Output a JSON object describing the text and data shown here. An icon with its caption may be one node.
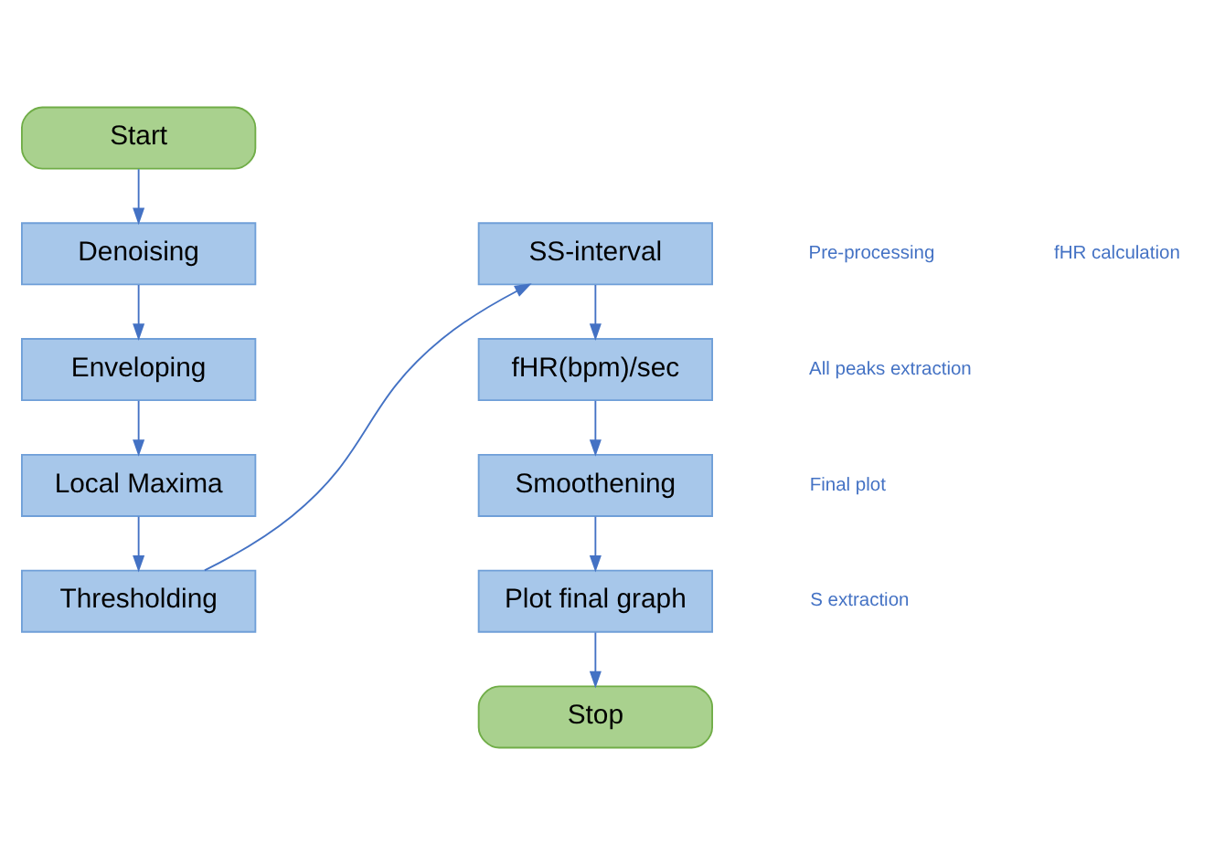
{
  "diagram": {
    "nodes": [
      {
        "text": [
          "Start"
        ]
      },
      {
        "text": [
          "Denoising"
        ]
      },
      {
        "text": [
          "Enveloping"
        ]
      },
      {
        "text": [
          "Local Maxima"
        ]
      },
      {
        "text": [
          "Thresholding"
        ]
      },
      {
        "text": [
          "SS-interval"
        ]
      },
      {
        "text": [
          "fHR(bpm)/sec"
        ]
      },
      {
        "text": [
          "Smoothening"
        ]
      },
      {
        "text": [
          "Plot final graph"
        ]
      },
      {
        "text": [
          "Stop"
        ]
      }
    ],
    "edges": [
      {
        "from": 0,
        "to": 1,
        "arrow": "to"
      },
      {
        "from": 1,
        "to": 2,
        "arrow": "to"
      },
      {
        "from": 2,
        "to": 3,
        "arrow": "to"
      },
      {
        "from": 3,
        "to": 4,
        "arrow": "to"
      },
      {
        "from": 4,
        "to": 5,
        "arrow": "to"
      },
      {
        "from": 5,
        "to": 6,
        "arrow": "to"
      },
      {
        "from": 6,
        "to": 7,
        "arrow": "to"
      },
      {
        "from": 7,
        "to": 8,
        "arrow": "to"
      },
      {
        "from": 8,
        "to": 9,
        "arrow": "to"
      }
    ],
    "labels": [
      "Pre-processing",
      "fHR calculation",
      "All peaks extraction",
      "Final plot",
      "S extraction"
    ]
  }
}
